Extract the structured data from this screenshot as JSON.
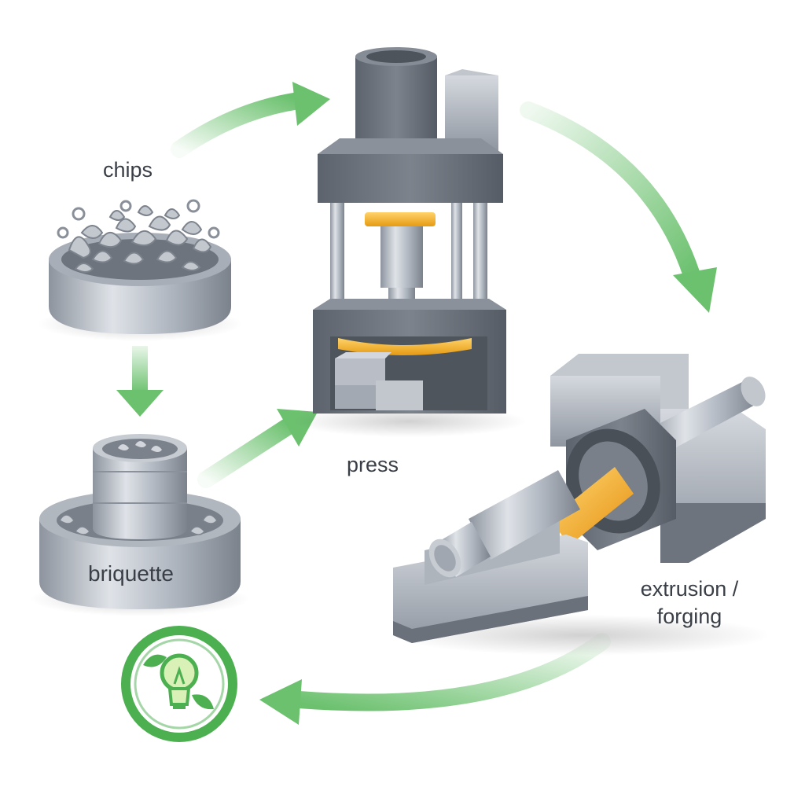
{
  "labels": {
    "chips": "chips",
    "press": "press",
    "briquette": "briquette",
    "extrusion_line1": "extrusion /",
    "extrusion_line2": "forging"
  },
  "colors": {
    "arrow_green": "#6cc16f",
    "badge_green": "#4caf50",
    "metal_light": "#c9ced6",
    "metal_mid": "#9aa1ab",
    "metal_dark": "#6b717b",
    "accent_orange": "#f5a623",
    "text": "#3a3f47"
  },
  "icons": [
    "recycle-bulb-icon"
  ]
}
